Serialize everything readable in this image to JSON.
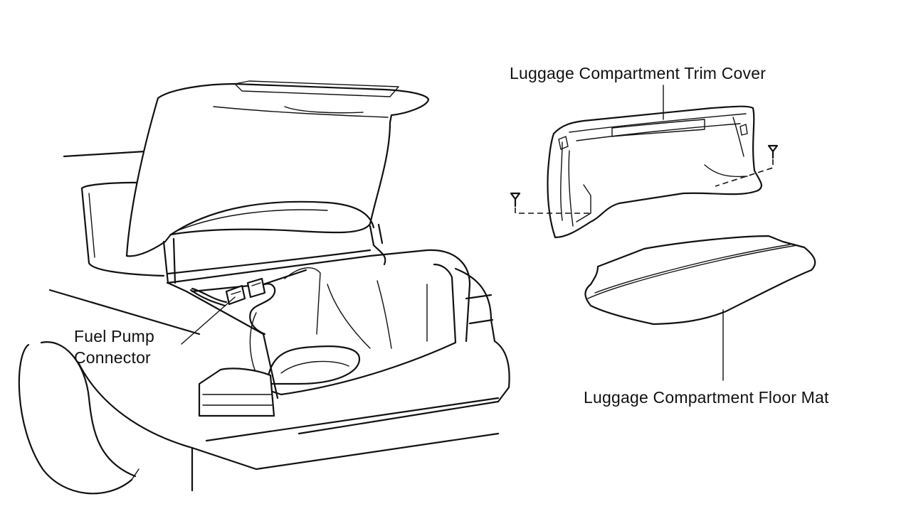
{
  "labels": {
    "trim_cover": "Luggage Compartment Trim Cover",
    "floor_mat": "Luggage Compartment Floor Mat",
    "fuel_pump_connector": [
      "Fuel Pump",
      "Connector"
    ]
  },
  "colors": {
    "ink": "#111111",
    "paper": "#ffffff"
  }
}
